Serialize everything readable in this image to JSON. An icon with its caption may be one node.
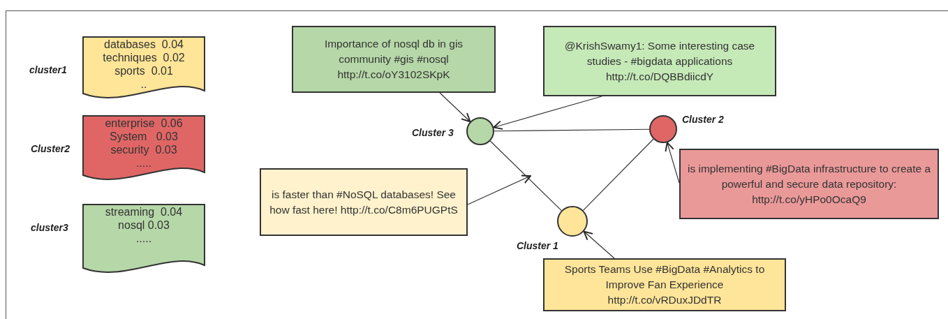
{
  "diagram": {
    "nodes": [
      {
        "text": [
          "databases  0.04",
          "techniques  0.02",
          "sports  0.01",
          ".."
        ],
        "beside": [
          "cluster1"
        ]
      },
      {
        "text": [
          "enterprise  0.06",
          "System   0.03",
          "security  0.03",
          "....."
        ],
        "beside": [
          "Cluster2"
        ]
      },
      {
        "text": [
          "streaming  0.04",
          "nosql 0.03",
          "....."
        ],
        "beside": [
          "cluster3"
        ]
      },
      {
        "text": [
          "Importance of nosql db in gis community #gis #nosql http://t.co/oY3102SKpK"
        ]
      },
      {
        "text": [
          "@KrishSwamy1: Some interesting case studies - #bigdata applications http://t.co/DQBBdiicdY"
        ]
      },
      {
        "text": [
          "is faster than #NoSQL databases! See how fast here! http://t.co/C8m6PUGPtS"
        ]
      },
      {
        "text": [
          "is implementing #BigData infrastructure to create a powerful and secure data repository: http://t.co/yHPo0OcaQ9"
        ]
      },
      {
        "text": [
          "Sports Teams Use #BigData #Analytics to Improve Fan Experience http://t.co/vRDuxJDdTR"
        ]
      },
      {
        "text": [],
        "shape": "circle",
        "beside": [
          "Cluster 3"
        ]
      },
      {
        "text": [],
        "shape": "circle",
        "beside": [
          "Cluster 2"
        ]
      },
      {
        "text": [],
        "shape": "circle",
        "beside": [
          "Cluster 1"
        ]
      }
    ],
    "edges": [
      {
        "from": 8,
        "to": 9,
        "arrow": "none"
      },
      {
        "from": 8,
        "to": 10,
        "arrow": "none"
      },
      {
        "from": 10,
        "to": 9,
        "arrow": "none"
      },
      {
        "from": 3,
        "to": 8,
        "arrow": "to"
      },
      {
        "from": 4,
        "to": 8,
        "arrow": "to"
      },
      {
        "from": 5,
        "to": null,
        "arrow": "to"
      },
      {
        "from": 6,
        "to": 9,
        "arrow": "to"
      },
      {
        "from": 7,
        "to": 10,
        "arrow": "to"
      }
    ]
  }
}
